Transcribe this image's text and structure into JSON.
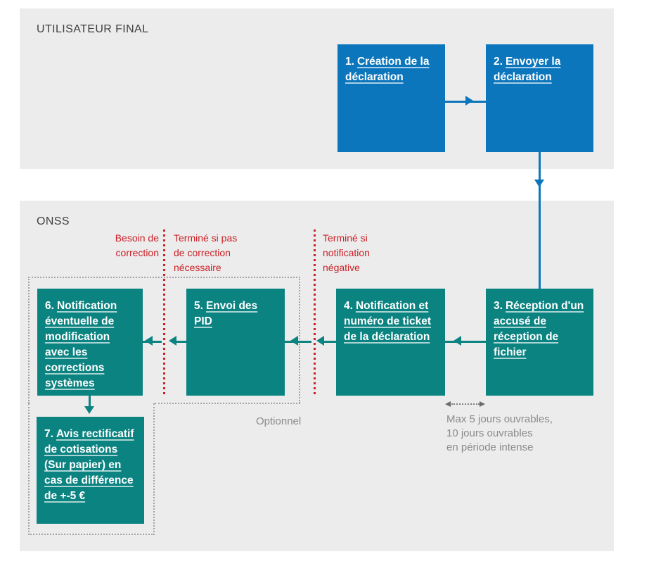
{
  "sections": {
    "user": {
      "label": "UTILISATEUR FINAL"
    },
    "onss": {
      "label": "ONSS"
    }
  },
  "boxes": [
    {
      "number": "1.",
      "label": "Création de la déclaration"
    },
    {
      "number": "2.",
      "label": "Envoyer la déclaration"
    },
    {
      "number": "3.",
      "label": "Réception d'un accusé de réception de fichier"
    },
    {
      "number": "4.",
      "label": "Notification et numéro de ticket de la déclaration"
    },
    {
      "number": "5.",
      "label": "Envoi des PID"
    },
    {
      "number": "6.",
      "label": "Notification éventuelle de modification avec les corrections systèmes"
    },
    {
      "number": "7.",
      "label": "Avis rectificatif de cotisations (Sur papier) en cas de différence de +-5 €"
    }
  ],
  "annotations": {
    "besoin_de_correction": "Besoin de\ncorrection",
    "termine_si_pas": "Terminé si pas\nde correction\nnécessaire",
    "termine_si_notification": "Terminé si\nnotification\nnégative",
    "optionnel": "Optionnel",
    "max_delai": "Max 5 jours ouvrables,\n10 jours ouvrables\nen période intense"
  },
  "colors": {
    "blue": "#0b76bc",
    "teal": "#0b8381",
    "red": "#cb2127",
    "section_bg": "#ececec",
    "label_dark": "#3f3f3f",
    "annotation_gray": "#8b8b8b"
  }
}
